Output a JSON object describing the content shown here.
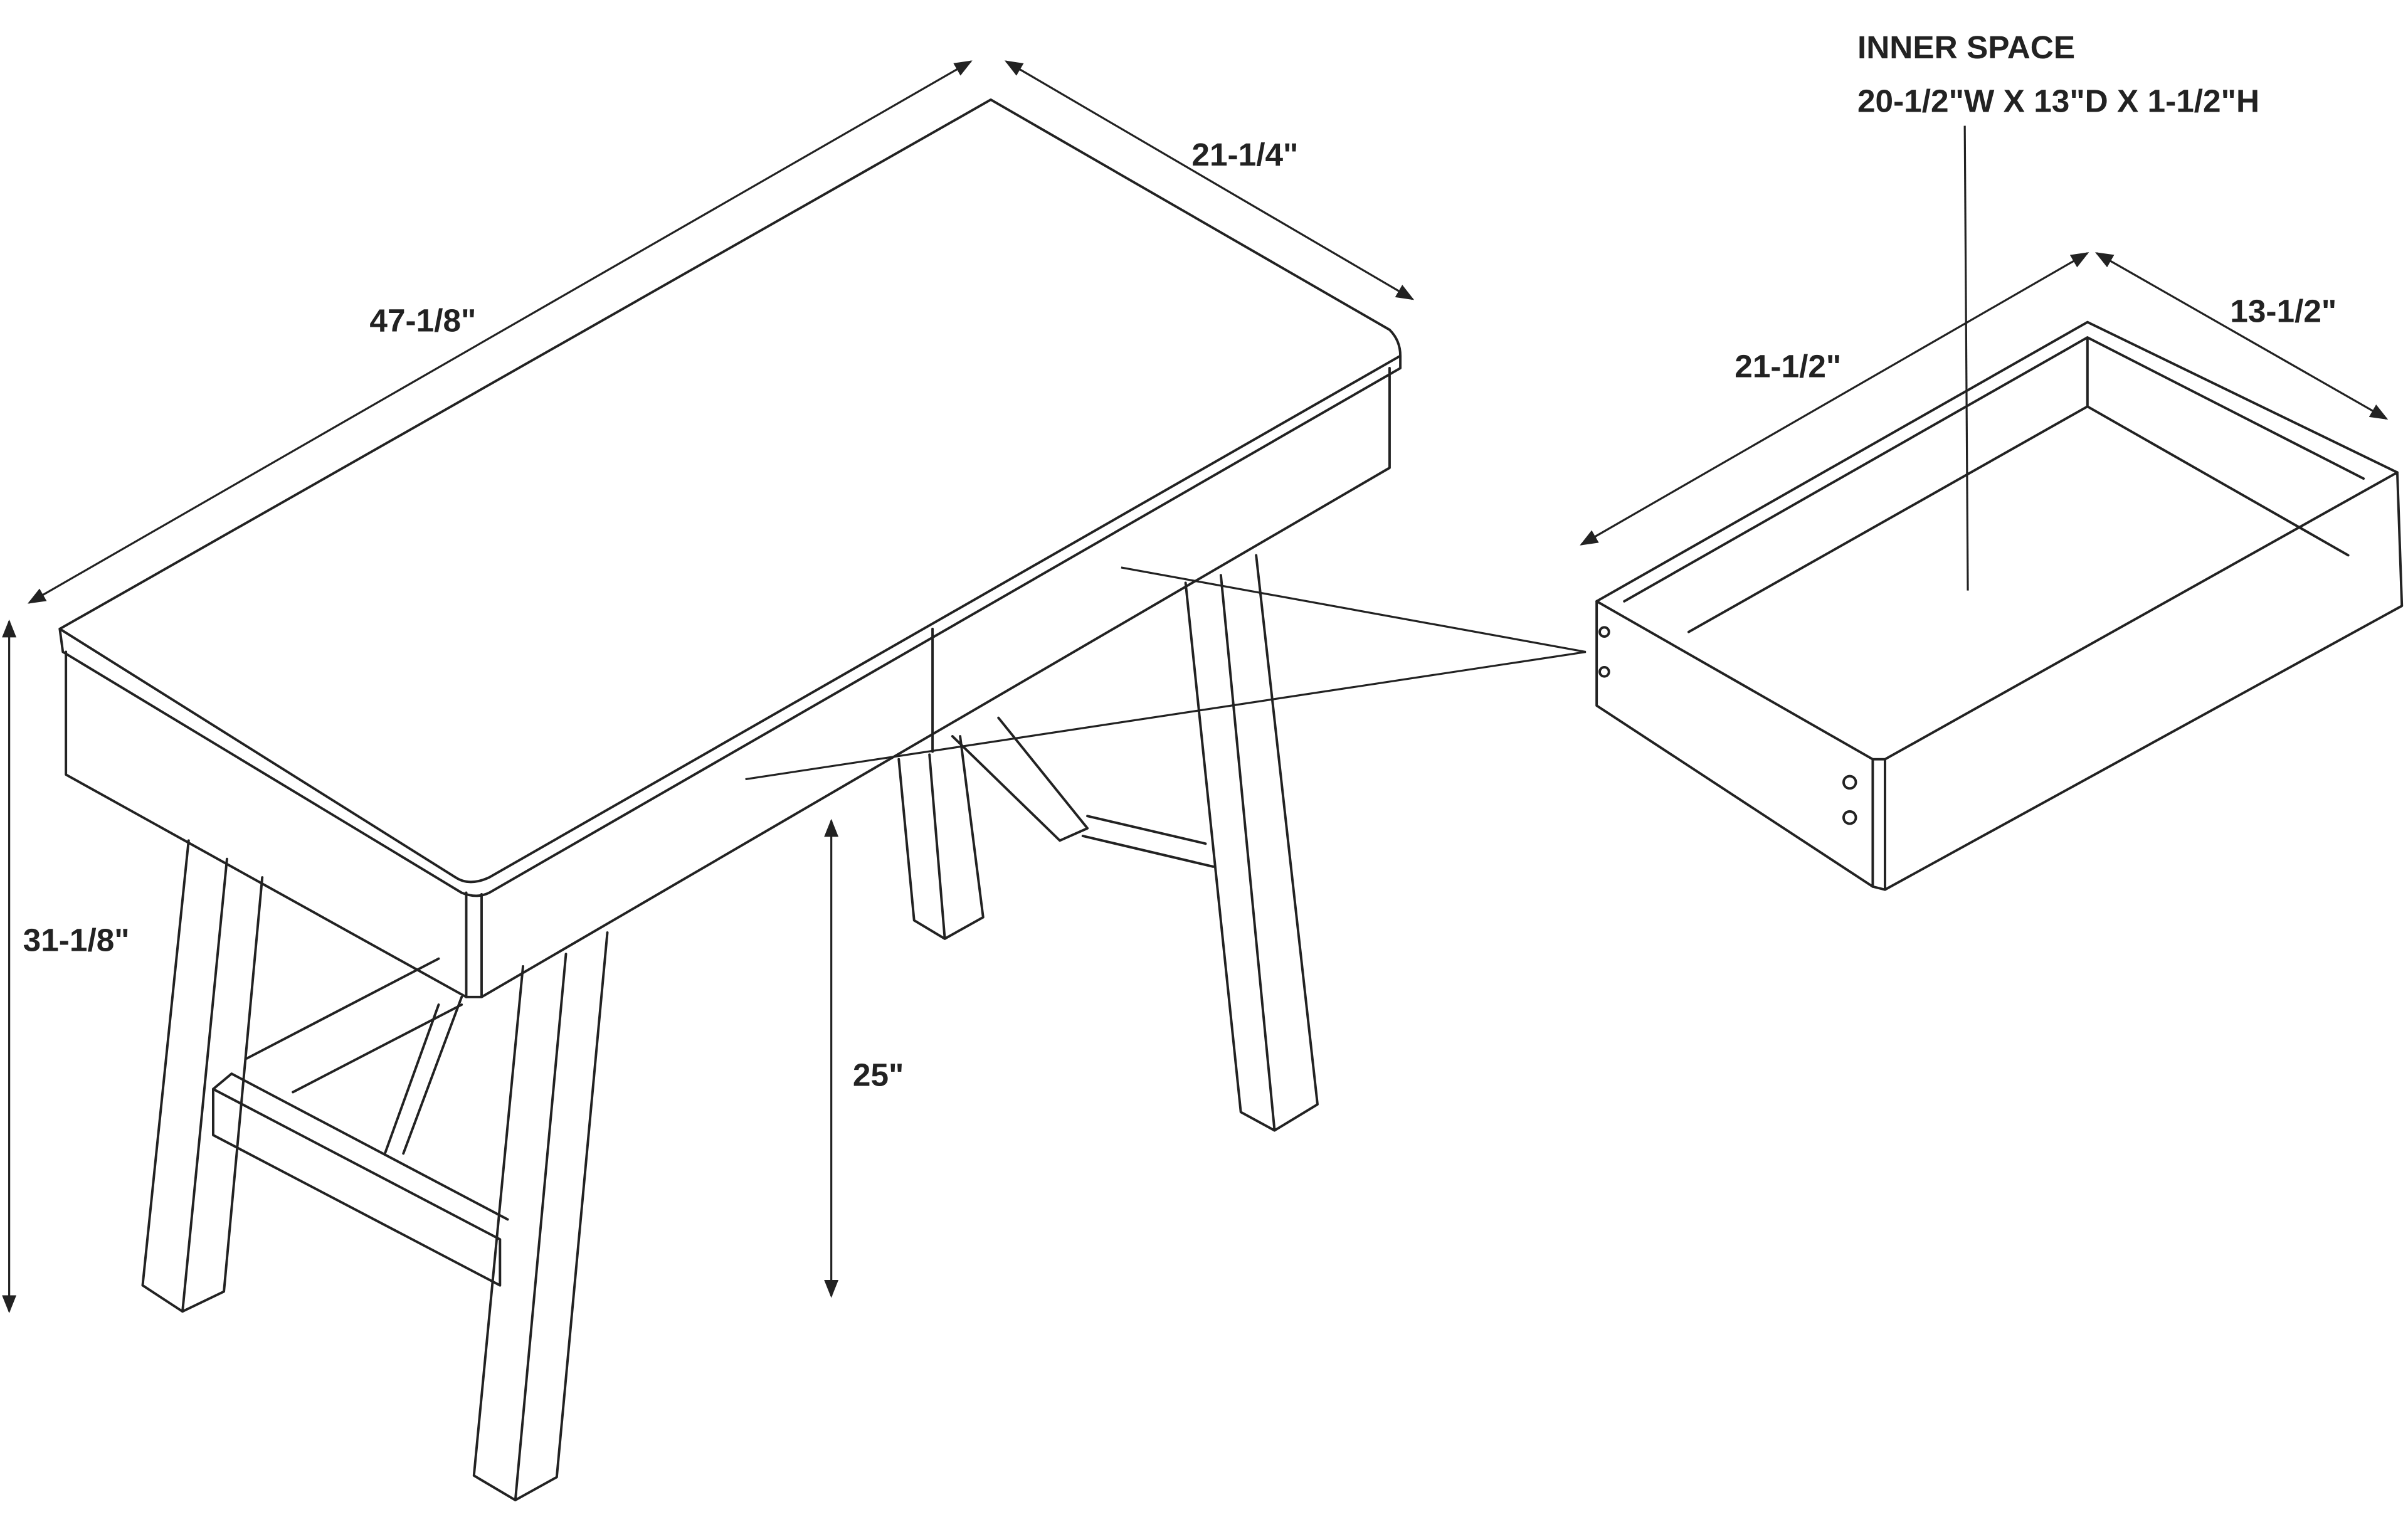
{
  "desk": {
    "width_label": "47-1/8\"",
    "depth_label": "21-1/4\"",
    "height_label": "31-1/8\"",
    "clearance_label": "25\""
  },
  "drawer": {
    "width_label": "21-1/2\"",
    "depth_label": "13-1/2\"",
    "inner_space_title": "INNER SPACE",
    "inner_space_dims": "20-1/2\"W X 13\"D X 1-1/2\"H"
  },
  "colors": {
    "line": "#222222",
    "background": "#ffffff"
  }
}
